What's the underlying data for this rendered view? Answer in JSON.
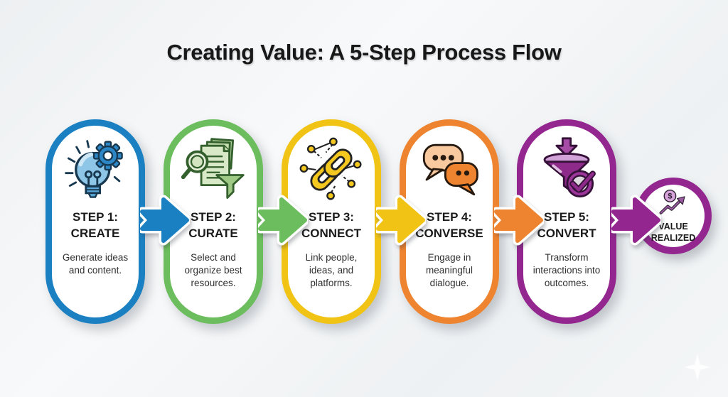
{
  "title": "Creating Value: A 5-Step Process Flow",
  "steps": [
    {
      "heading1": "STEP 1:",
      "heading2": "CREATE",
      "description": "Generate ideas and content.",
      "color": "#1a80c2",
      "icon": "lightbulb-gear-icon"
    },
    {
      "heading1": "STEP 2:",
      "heading2": "CURATE",
      "description": "Select and organize best resources.",
      "color": "#6cbd5d",
      "icon": "documents-magnifier-funnel-icon"
    },
    {
      "heading1": "STEP 3:",
      "heading2": "CONNECT",
      "description": "Link people, ideas, and platforms.",
      "color": "#f0c314",
      "icon": "chain-link-network-icon"
    },
    {
      "heading1": "STEP 4:",
      "heading2": "CONVERSE",
      "description": "Engage in meaningful dialogue.",
      "color": "#ee8430",
      "icon": "speech-bubbles-icon"
    },
    {
      "heading1": "STEP 5:",
      "heading2": "CONVERT",
      "description": "Transform interactions into outcomes.",
      "color": "#93278f",
      "icon": "funnel-checkmark-icon"
    }
  ],
  "arrows": [
    {
      "from": "step-1",
      "to": "step-2",
      "color": "#1a80c2"
    },
    {
      "from": "step-2",
      "to": "step-3",
      "color": "#6cbd5d"
    },
    {
      "from": "step-3",
      "to": "step-4",
      "color": "#f0c314"
    },
    {
      "from": "step-4",
      "to": "step-5",
      "color": "#ee8430"
    },
    {
      "from": "step-5",
      "to": "result",
      "color": "#93278f"
    }
  ],
  "result": {
    "label1": "VALUE",
    "label2": "REALIZED",
    "color": "#93278f",
    "icon": "dollar-coin-growth-arrow-icon"
  }
}
